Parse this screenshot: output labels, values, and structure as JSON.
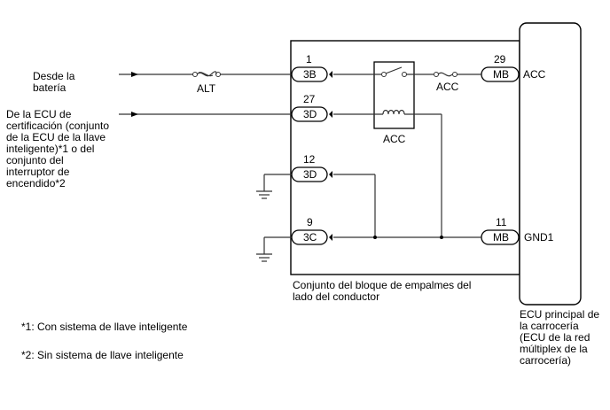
{
  "inputs": {
    "battery": [
      "Desde la",
      "batería"
    ],
    "certification": [
      "De la ECU de",
      "certificación (conjunto",
      "de la ECU de la llave",
      "inteligente)*1 o del",
      "conjunto del",
      "interruptor de",
      "encendido*2"
    ]
  },
  "fuses": {
    "alt": "ALT",
    "acc": "ACC"
  },
  "relay": {
    "label": "ACC"
  },
  "connectors": [
    {
      "pin": "1",
      "code": "3B"
    },
    {
      "pin": "27",
      "code": "3D"
    },
    {
      "pin": "12",
      "code": "3D"
    },
    {
      "pin": "9",
      "code": "3C"
    },
    {
      "pin": "29",
      "code": "MB",
      "signal": "ACC"
    },
    {
      "pin": "11",
      "code": "MB",
      "signal": "GND1"
    }
  ],
  "junction_block": {
    "label": [
      "Conjunto del bloque de empalmes del",
      "lado del conductor"
    ]
  },
  "body_ecu": {
    "label": [
      "ECU principal de",
      "la carrocería",
      "(ECU de la red",
      "múltiplex de la",
      "carrocería)"
    ]
  },
  "notes": [
    "*1: Con sistema de llave inteligente",
    "*2: Sin sistema de llave inteligente"
  ]
}
